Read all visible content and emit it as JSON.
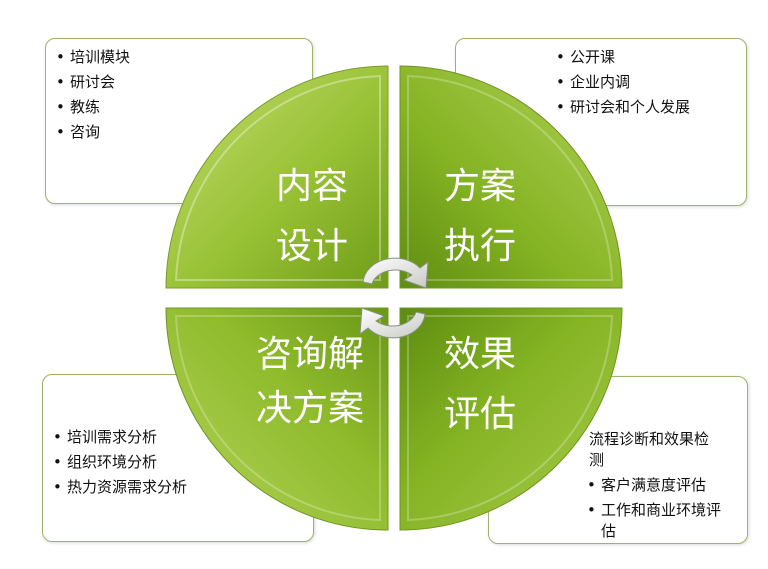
{
  "quadrants": {
    "top_left": {
      "line1": "内容",
      "line2": "设计"
    },
    "top_right": {
      "line1": "方案",
      "line2": "执行"
    },
    "bottom_left": {
      "line1": "咨询解",
      "line2": "决方案"
    },
    "bottom_right": {
      "line1": "效果",
      "line2": "评估"
    }
  },
  "notes": {
    "top_left": {
      "items": [
        "培训模块",
        "研讨会",
        "教练",
        "咨询"
      ]
    },
    "top_right": {
      "items": [
        "公开课",
        "企业内调",
        "研讨会和个人发展"
      ]
    },
    "bottom_left": {
      "items": [
        "培训需求分析",
        "组织环境分析",
        "热力资源需求分析"
      ]
    },
    "bottom_right": {
      "line1": "流程诊断和效果检",
      "line2": "测",
      "items": [
        "客户满意度评估",
        "工作和商业环境评"
      ],
      "wrap": "估"
    }
  },
  "colors": {
    "green_light": "#b5d15b",
    "green_mid": "#8fbb2c",
    "green_dark": "#5e8a12",
    "border": "#9fb36b"
  }
}
